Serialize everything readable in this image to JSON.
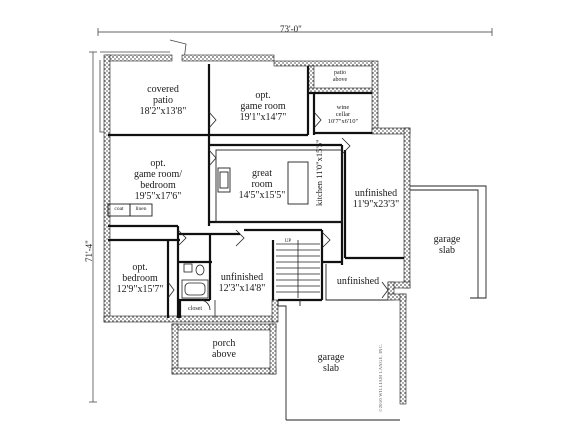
{
  "dimensions": {
    "width": "73'-0\"",
    "depth": "71'-4\""
  },
  "rooms": {
    "covered_patio": {
      "name": "covered\npatio",
      "size": "18'2\"x13'8\""
    },
    "opt_game_room_top": {
      "name": "opt.\ngame room",
      "size": "19'1\"x14'7\""
    },
    "patio_above": {
      "name": "patio\nabove"
    },
    "wine_cellar": {
      "name": "wine\ncellar",
      "size": "10'7\"x6'10\""
    },
    "opt_game_room_bedroom": {
      "name": "opt.\ngame room/\nbedroom",
      "size": "19'5\"x17'6\""
    },
    "great_room": {
      "name": "great\nroom",
      "size": "14'5\"x15'5\""
    },
    "kitchen": {
      "name": "kitchen",
      "size": "11'0\"x15'5\""
    },
    "unfinished_right": {
      "name": "unfinished",
      "size": "11'9\"x23'3\""
    },
    "garage_slab_right": {
      "name": "garage\nslab"
    },
    "opt_bedroom": {
      "name": "opt.\nbedroom",
      "size": "12'9\"x15'7\""
    },
    "unfinished_center": {
      "name": "unfinished",
      "size": "12'3\"x14'8\""
    },
    "unfinished_small": {
      "name": "unfinished"
    },
    "closet": {
      "name": "closet"
    },
    "porch_above": {
      "name": "porch\nabove"
    },
    "garage_slab_bottom": {
      "name": "garage\nslab"
    }
  },
  "small_labels": {
    "coat": "coat",
    "linen": "linen",
    "up": "UP"
  },
  "copyright": "©2010 WILLIAM LANGE, INC."
}
